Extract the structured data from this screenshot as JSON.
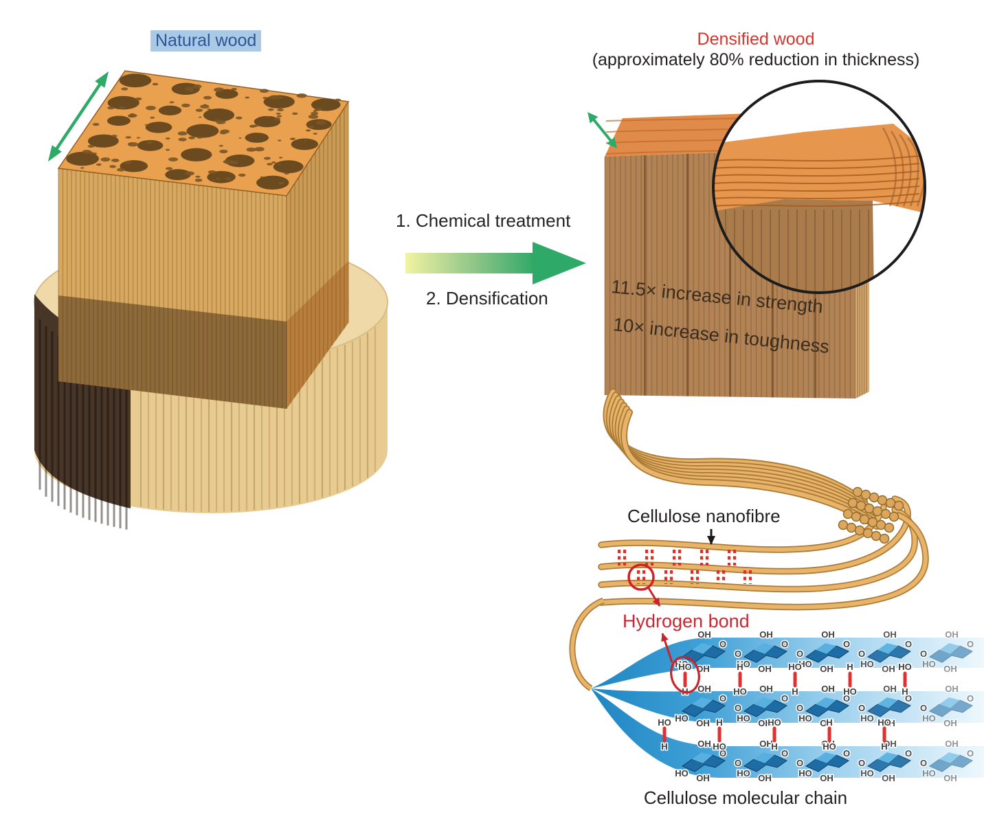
{
  "labels": {
    "natural_wood": "Natural wood",
    "step1": "1. Chemical treatment",
    "step2": "2. Densification",
    "densified_title": "Densified wood",
    "densified_subtitle": "(approximately 80% reduction in thickness)",
    "strength": "11.5× increase in strength",
    "toughness": "10× increase in toughness",
    "nanofibre": "Cellulose nanofibre",
    "hydrogen_bond": "Hydrogen bond",
    "molecular_chain": "Cellulose molecular chain"
  },
  "colors": {
    "natural_label_bg": "#aac9e4",
    "natural_label_text": "#2b5697",
    "red_accent": "#d2362e",
    "bond_red": "#da3028",
    "arrow_green": "#2fa968",
    "arrow_gradient_start": "#f1f3a2",
    "text_dark": "#231f20",
    "fibre_tan": "#e9b469",
    "fibre_outline": "#a97c38",
    "ribbon_blue": "#2a93cd",
    "ring_blue": "#1d6ca6",
    "wood_orange": "#e7964e",
    "wood_front_brown": "#ab7c4e"
  },
  "molecule": {
    "rows": 3,
    "rings_per_row": 5,
    "ring_labels": {
      "top": "OH",
      "ring_oxygen": "O",
      "bridge_oxygen": "O",
      "lower_left": "HO",
      "bottom": "OH"
    },
    "bond_columns_per_gap": 5,
    "bond_label_pattern": [
      {
        "top": "HO",
        "bottom": "H"
      },
      {
        "top": "H",
        "bottom": "HO"
      }
    ]
  }
}
